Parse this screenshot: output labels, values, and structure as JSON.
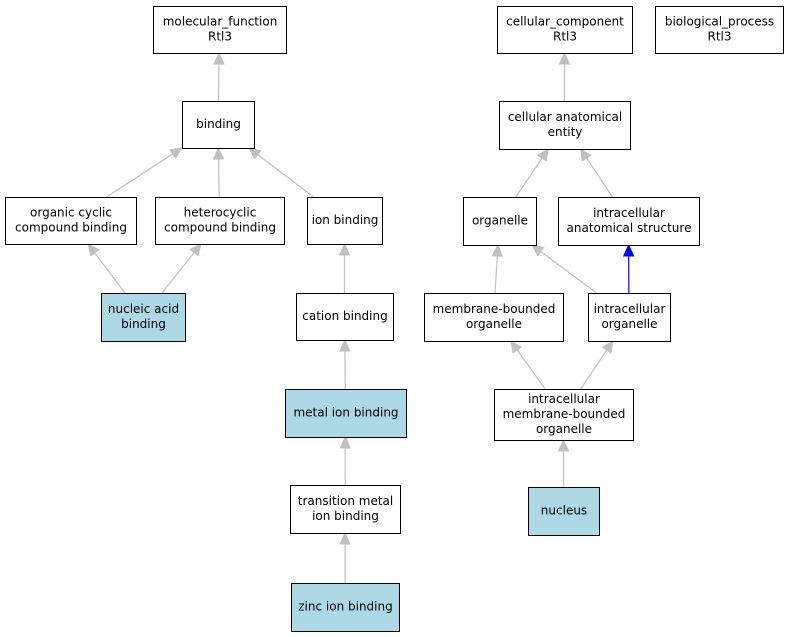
{
  "colors": {
    "plain_fill": "#ffffff",
    "highlight_fill": "#add8e6",
    "edge_gray": "#c0c0c0",
    "edge_blue": "#0000ff"
  },
  "nodes": {
    "mf_root": {
      "lines": [
        "molecular_function",
        "Rtl3"
      ],
      "highlight": false
    },
    "cc_root": {
      "lines": [
        "cellular_component",
        "Rtl3"
      ],
      "highlight": false
    },
    "bp_root": {
      "lines": [
        "biological_process",
        "Rtl3"
      ],
      "highlight": false
    },
    "binding": {
      "lines": [
        "binding"
      ],
      "highlight": false
    },
    "organic_cyclic": {
      "lines": [
        "organic cyclic",
        "compound binding"
      ],
      "highlight": false
    },
    "heterocyclic": {
      "lines": [
        "heterocyclic",
        "compound binding"
      ],
      "highlight": false
    },
    "ion_binding": {
      "lines": [
        "ion binding"
      ],
      "highlight": false
    },
    "nucleic_acid": {
      "lines": [
        "nucleic acid",
        "binding"
      ],
      "highlight": true
    },
    "cation_binding": {
      "lines": [
        "cation binding"
      ],
      "highlight": false
    },
    "metal_ion": {
      "lines": [
        "metal ion binding"
      ],
      "highlight": true
    },
    "transition_metal": {
      "lines": [
        "transition metal",
        "ion binding"
      ],
      "highlight": false
    },
    "zinc_ion": {
      "lines": [
        "zinc ion binding"
      ],
      "highlight": true
    },
    "cell_anat": {
      "lines": [
        "cellular anatomical",
        "entity"
      ],
      "highlight": false
    },
    "organelle": {
      "lines": [
        "organelle"
      ],
      "highlight": false
    },
    "intra_anat": {
      "lines": [
        "intracellular",
        "anatomical structure"
      ],
      "highlight": false
    },
    "mem_org": {
      "lines": [
        "membrane-bounded",
        "organelle"
      ],
      "highlight": false
    },
    "intra_org": {
      "lines": [
        "intracellular",
        "organelle"
      ],
      "highlight": false
    },
    "intra_mem_org": {
      "lines": [
        "intracellular",
        "membrane-bounded",
        "organelle"
      ],
      "highlight": false
    },
    "nucleus": {
      "lines": [
        "nucleus"
      ],
      "highlight": true
    }
  },
  "edges": [
    {
      "from": "binding",
      "to": "mf_root",
      "style": "gray"
    },
    {
      "from": "organic_cyclic",
      "to": "binding",
      "style": "gray"
    },
    {
      "from": "heterocyclic",
      "to": "binding",
      "style": "gray"
    },
    {
      "from": "ion_binding",
      "to": "binding",
      "style": "gray"
    },
    {
      "from": "nucleic_acid",
      "to": "organic_cyclic",
      "style": "gray"
    },
    {
      "from": "nucleic_acid",
      "to": "heterocyclic",
      "style": "gray"
    },
    {
      "from": "cation_binding",
      "to": "ion_binding",
      "style": "gray"
    },
    {
      "from": "metal_ion",
      "to": "cation_binding",
      "style": "gray"
    },
    {
      "from": "transition_metal",
      "to": "metal_ion",
      "style": "gray"
    },
    {
      "from": "zinc_ion",
      "to": "transition_metal",
      "style": "gray"
    },
    {
      "from": "cell_anat",
      "to": "cc_root",
      "style": "gray"
    },
    {
      "from": "organelle",
      "to": "cell_anat",
      "style": "gray"
    },
    {
      "from": "intra_anat",
      "to": "cell_anat",
      "style": "gray"
    },
    {
      "from": "mem_org",
      "to": "organelle",
      "style": "gray"
    },
    {
      "from": "intra_org",
      "to": "organelle",
      "style": "gray"
    },
    {
      "from": "intra_org",
      "to": "intra_anat",
      "style": "blue"
    },
    {
      "from": "intra_mem_org",
      "to": "mem_org",
      "style": "gray"
    },
    {
      "from": "intra_mem_org",
      "to": "intra_org",
      "style": "gray"
    },
    {
      "from": "nucleus",
      "to": "intra_mem_org",
      "style": "gray"
    }
  ]
}
